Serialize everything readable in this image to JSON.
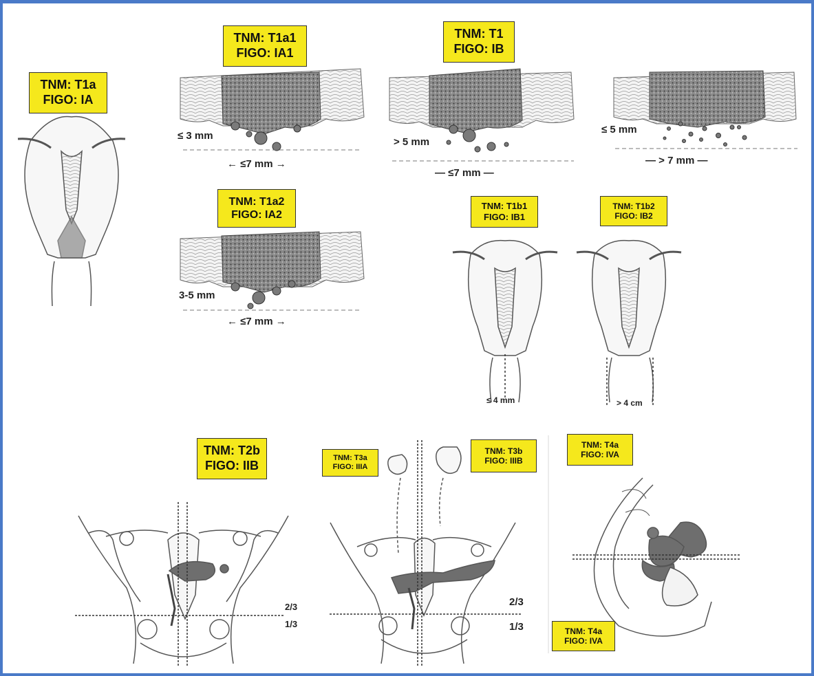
{
  "colors": {
    "border": "#4a7ac8",
    "label_bg": "#f5e81c",
    "tumor": "#6e6e6e",
    "line": "#555555"
  },
  "labels": {
    "t1a": {
      "tnm": "TNM: T1a",
      "figo": "FIGO: IA"
    },
    "t1a1": {
      "tnm": "TNM: T1a1",
      "figo": "FIGO: IA1"
    },
    "t1": {
      "tnm": "TNM: T1",
      "figo": "FIGO: IB"
    },
    "t1a2": {
      "tnm": "TNM: T1a2",
      "figo": "FIGO: IA2"
    },
    "t1b1": {
      "tnm": "TNM: T1b1",
      "figo": "FIGO: IB1"
    },
    "t1b2": {
      "tnm": "TNM: T1b2",
      "figo": "FIGO: IB2"
    },
    "t2b": {
      "tnm": "TNM: T2b",
      "figo": "FIGO: IIB"
    },
    "t3a": {
      "tnm": "TNM: T3a",
      "figo": "FIGO: IIIA"
    },
    "t3b": {
      "tnm": "TNM: T3b",
      "figo": "FIGO: IIIB"
    },
    "t4a_top": {
      "tnm": "TNM: T4a",
      "figo": "FIGO: IVA"
    },
    "t4a_bottom": {
      "tnm": "TNM: T4a",
      "figo": "FIGO: IVA"
    }
  },
  "measurements": {
    "t1a1_depth": "≤ 3 mm",
    "t1a1_width": "← ≤7 mm →",
    "t1_depth": "> 5 mm",
    "t1_width": "— ≤7 mm —",
    "wide_depth": "≤ 5 mm",
    "wide_width": "— > 7 mm —",
    "t1a2_depth": "3-5 mm",
    "t1a2_width": "← ≤7 mm →",
    "t1b1_size": "≤ 4 mm",
    "t1b2_size": "> 4 cm",
    "t2b_upper": "2/3",
    "t2b_lower": "1/3",
    "t3_upper": "2/3",
    "t3_lower": "1/3"
  }
}
